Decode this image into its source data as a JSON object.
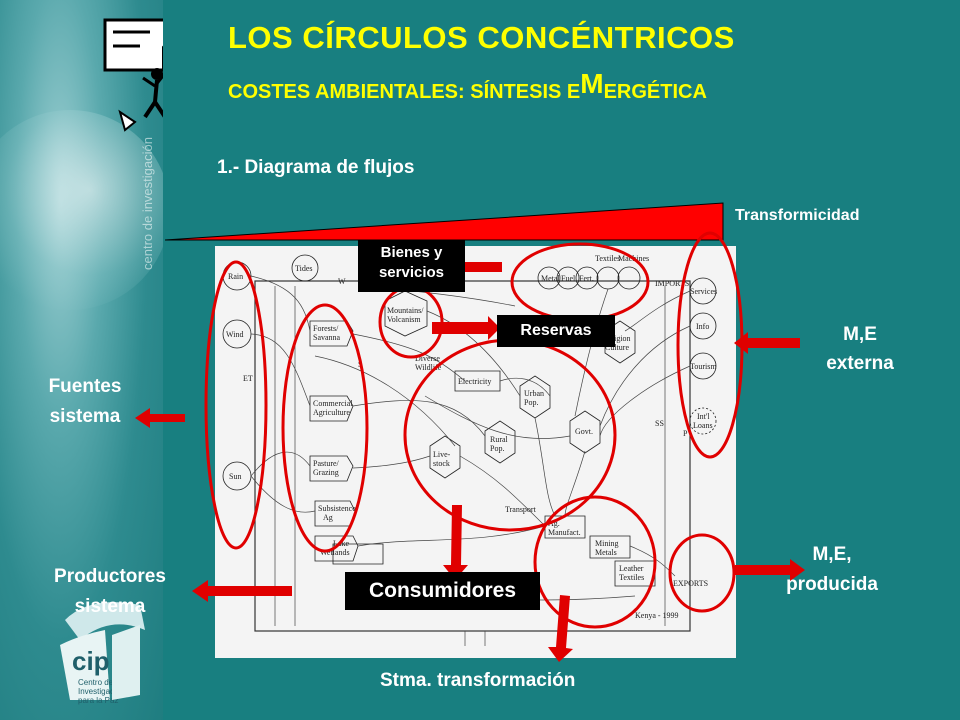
{
  "header": {
    "title": "LOS CÍRCULOS CONCÉNTRICOS",
    "subtitle_pre": "COSTES AMBIENTALES: SÍNTESIS E",
    "subtitle_big": "M",
    "subtitle_post": "ERGÉTICA",
    "section": "1.- Diagrama de flujos"
  },
  "sidebar": {
    "vertical_text": "centro de investigación"
  },
  "labels": {
    "transformicidad": "Transformicidad",
    "bienes": "Bienes y servicios",
    "reservas": "Reservas",
    "me_externa_1": "M,E",
    "me_externa_2": "externa",
    "fuentes_1": "Fuentes",
    "fuentes_2": "sistema",
    "me_producida_1": "M,E,",
    "me_producida_2": "producida",
    "productores_1": "Productores",
    "productores_2": "sistema",
    "consumidores": "Consumidores",
    "stma": "Stma. transformación"
  },
  "diagram_text": {
    "rain": "Rain",
    "tides": "Tides",
    "wind": "Wind",
    "w": "W",
    "et": "ET",
    "sun": "Sun",
    "mountains": "Mountains/",
    "volcanism": "Volcanism",
    "forests": "Forests/",
    "savanna": "Savanna",
    "commercial": "Commercial",
    "agriculture": "Agriculture",
    "pasture": "Pasture/",
    "grazing": "Grazing",
    "subsistence": "Subsistence",
    "ag": "Ag",
    "lake": "Lake",
    "wetlands": "Wetlands",
    "diverse": "Diverse",
    "wildlife": "Wildlife",
    "electricity": "Electricity",
    "urban": "Urban",
    "pop": "Pop.",
    "rural": "Rural",
    "live": "Live-",
    "stock": "stock",
    "govt": "Govt.",
    "religion": "Religion",
    "culture": "Culture",
    "transport": "Transport",
    "agman": "Ag.",
    "manufact": "Manufact.",
    "mining": "Mining",
    "metals": "Metals",
    "leather": "Leather",
    "textiles": "Textiles",
    "exports": "EXPORTS",
    "imports": "IMPORTS",
    "services": "Services",
    "info": "Info",
    "tourism": "Tourism",
    "intl": "Int'l",
    "loans": "Loans",
    "metal": "Metal",
    "fuel": "Fuel",
    "fert": "Fert.",
    "textiles2": "Textiles",
    "machines": "Machines",
    "kenya": "Kenya - 1999",
    "s": "S",
    "ss": "SS",
    "p": "P"
  },
  "colors": {
    "title": "#ffff00",
    "accent": "#e00000",
    "background": "#187f80"
  }
}
